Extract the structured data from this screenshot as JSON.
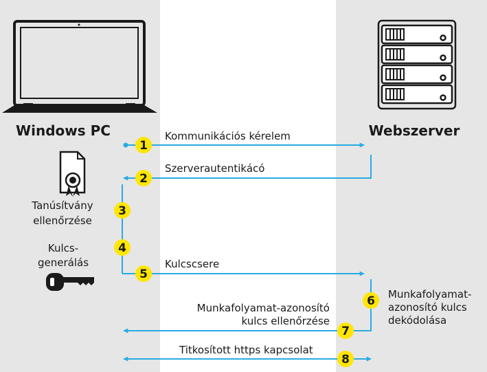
{
  "colors": {
    "column_bg": "#e6e6e6",
    "arrow": "#29abe2",
    "badge": "#ffe600",
    "ink": "#1a1a1a"
  },
  "icons": {
    "client": "laptop-icon",
    "server": "server-icon",
    "certificate": "certificate-icon",
    "key": "key-icon"
  },
  "left_title": "Windows PC",
  "right_title": "Webszerver",
  "steps": [
    {
      "num": "1",
      "label": "Kommunikációs kérelem"
    },
    {
      "num": "2",
      "label": "Szerverautentikácó"
    },
    {
      "num": "3",
      "label_lines": [
        "Tanúsítvány",
        "ellenőrzése"
      ]
    },
    {
      "num": "4",
      "label_lines": [
        "Kulcs-",
        "generálás"
      ]
    },
    {
      "num": "5",
      "label": "Kulcscsere"
    },
    {
      "num": "6",
      "label_lines": [
        "Munkafolyamat-",
        "azonosító kulcs",
        "dekódolása"
      ]
    },
    {
      "num": "7",
      "label_lines": [
        "Munkafolyamat-azonosító",
        "kulcs ellenőrzése"
      ]
    },
    {
      "num": "8",
      "label": "Titkosított https kapcsolat"
    }
  ]
}
